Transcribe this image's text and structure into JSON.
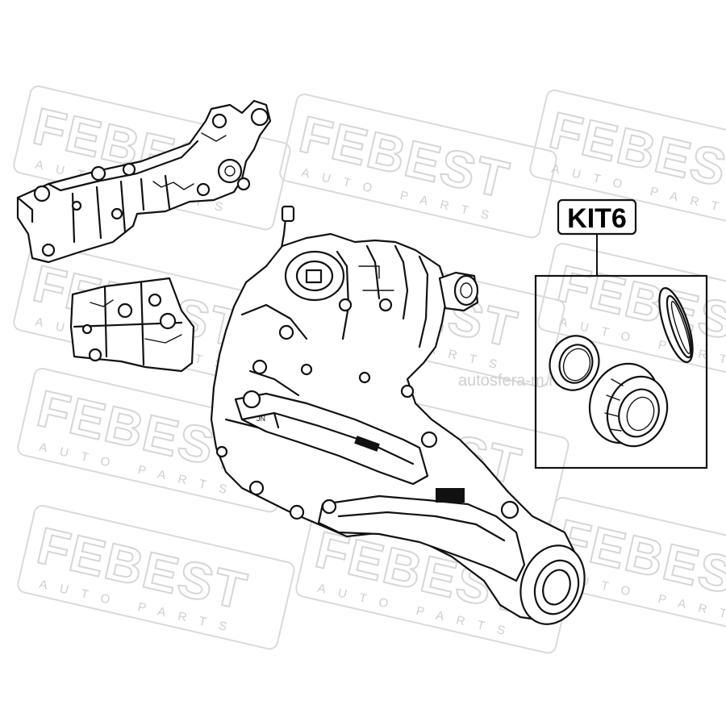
{
  "watermark": {
    "brand": "FEBEST",
    "tagline": "AUTO PARTS",
    "site": "autosfera-m.ru"
  },
  "kit": {
    "label": "KIT6"
  },
  "parts": [
    {
      "id": "bracket-upper",
      "icon": "mount-bracket-icon"
    },
    {
      "id": "bracket-plate",
      "icon": "mount-plate-icon"
    },
    {
      "id": "differential-assembly",
      "icon": "rear-differential-icon"
    },
    {
      "id": "kit-oil-seal",
      "icon": "oil-seal-icon"
    },
    {
      "id": "kit-bearing",
      "icon": "bearing-icon"
    },
    {
      "id": "kit-retaining-ring",
      "icon": "retaining-ring-icon"
    }
  ]
}
